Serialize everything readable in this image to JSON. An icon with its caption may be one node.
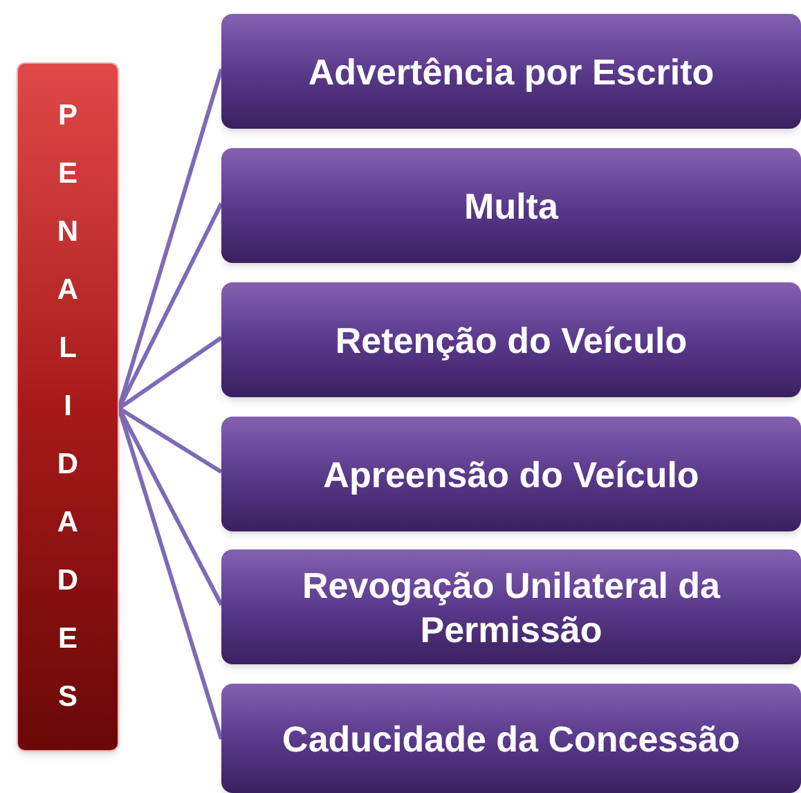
{
  "diagram": {
    "nodes": [
      {
        "text": [
          "PENALIDADES"
        ]
      },
      {
        "text": [
          "Advertência por Escrito"
        ]
      },
      {
        "text": [
          "Multa"
        ]
      },
      {
        "text": [
          "Retenção do Veículo"
        ]
      },
      {
        "text": [
          "Apreensão do Veículo"
        ]
      },
      {
        "text": [
          "Revogação Unilateral da Permissão"
        ]
      },
      {
        "text": [
          "Caducidade da Concessão"
        ]
      }
    ],
    "edges": [
      {
        "from": 0,
        "to": 1,
        "arrow": "none"
      },
      {
        "from": 0,
        "to": 2,
        "arrow": "none"
      },
      {
        "from": 0,
        "to": 3,
        "arrow": "none"
      },
      {
        "from": 0,
        "to": 4,
        "arrow": "none"
      },
      {
        "from": 0,
        "to": 5,
        "arrow": "none"
      },
      {
        "from": 0,
        "to": 6,
        "arrow": "none"
      }
    ]
  }
}
